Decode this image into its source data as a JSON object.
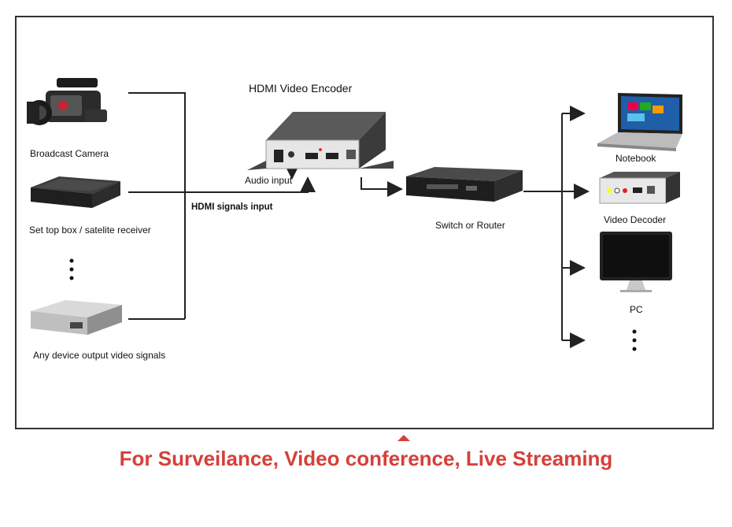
{
  "encoder": {
    "title": "HDMI Video Encoder",
    "audio_label": "Audio input"
  },
  "inputs": {
    "camera": "Broadcast Camera",
    "settop": "Set top box / satelite receiver",
    "any": "Any device output video signals",
    "hdmi_label": "HDMI  signals input"
  },
  "network": {
    "switch": "Switch or Router"
  },
  "outputs": {
    "notebook": "Notebook",
    "decoder": "Video Decoder",
    "pc": "PC"
  },
  "caption": "For Surveilance, Video conference, Live Streaming",
  "colors": {
    "accent": "#d5403a",
    "line": "#222222"
  }
}
